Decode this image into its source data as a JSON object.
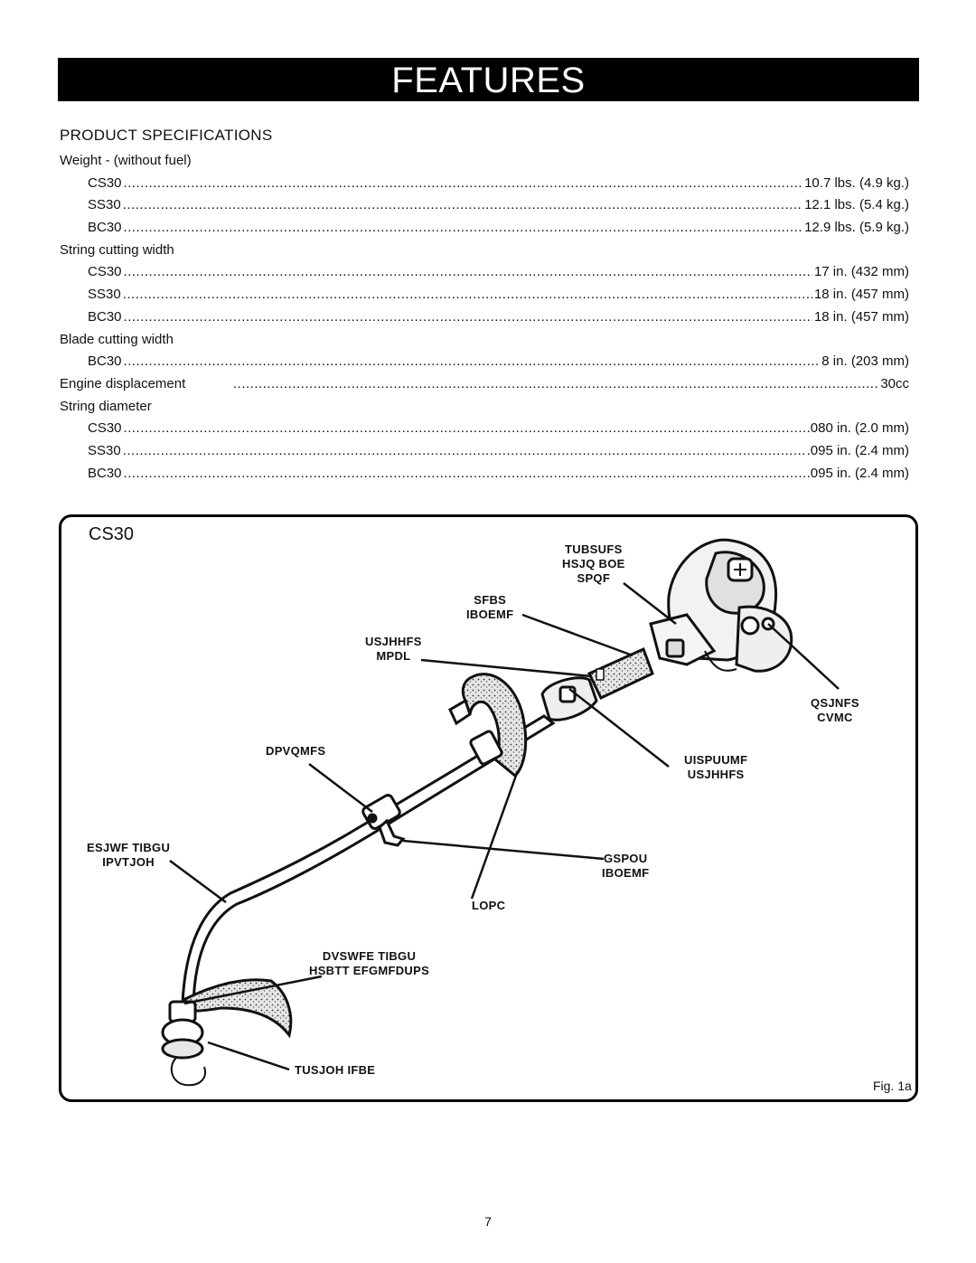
{
  "header": {
    "title": "FEATURES"
  },
  "specs": {
    "heading": "PRODUCT SPECIFICATIONS",
    "weight": {
      "label": "Weight - (without fuel)",
      "rows": [
        {
          "model": "CS30",
          "value": "10.7 lbs. (4.9 kg.)"
        },
        {
          "model": "SS30",
          "value": "12.1 lbs. (5.4 kg.)"
        },
        {
          "model": "BC30",
          "value": "12.9 lbs. (5.9 kg.)"
        }
      ]
    },
    "string_width": {
      "label": "String cutting width",
      "rows": [
        {
          "model": "CS30",
          "value": "17 in. (432 mm)"
        },
        {
          "model": "SS30",
          "value": "18 in. (457 mm)"
        },
        {
          "model": "BC30",
          "value": "18 in. (457 mm)"
        }
      ]
    },
    "blade_width": {
      "label": "Blade cutting width",
      "rows": [
        {
          "model": "BC30",
          "value": "8 in. (203 mm)"
        }
      ]
    },
    "engine": {
      "label": "Engine displacement",
      "value": "30cc"
    },
    "string_diameter": {
      "label": "String diameter",
      "rows": [
        {
          "model": "CS30",
          "value": ".080 in. (2.0 mm)"
        },
        {
          "model": "SS30",
          "value": ".095 in. (2.4 mm)"
        },
        {
          "model": "BC30",
          "value": ".095 in. (2.4 mm)"
        }
      ]
    }
  },
  "figure": {
    "model": "CS30",
    "caption": "Fig. 1a",
    "callouts": {
      "starter_grip": [
        "TUBSUFS",
        "HSJQ BOE",
        "SPQF"
      ],
      "rear_handle": [
        "SFBS",
        "IBOEMF"
      ],
      "trigger_lock": [
        "USJHHFS",
        "MPDL"
      ],
      "primer_bulb": [
        "QSJNFS",
        "CVMC"
      ],
      "coupler": [
        "DPVQMFS"
      ],
      "throttle_trigger": [
        "UISPUUMF",
        "USJHHFS"
      ],
      "drive_shaft_housing": [
        "ESJWF TIBGU",
        "IPVTJOH"
      ],
      "front_handle": [
        "GSPOU",
        "IBOEMF"
      ],
      "knob": [
        "LOPC"
      ],
      "curved_shaft_grass_deflector": [
        "DVSWFE TIBGU",
        "HSBTT EFGMFDUPS"
      ],
      "string_head": [
        "TUSJOH IFBE"
      ]
    }
  },
  "page": {
    "number": "7"
  }
}
